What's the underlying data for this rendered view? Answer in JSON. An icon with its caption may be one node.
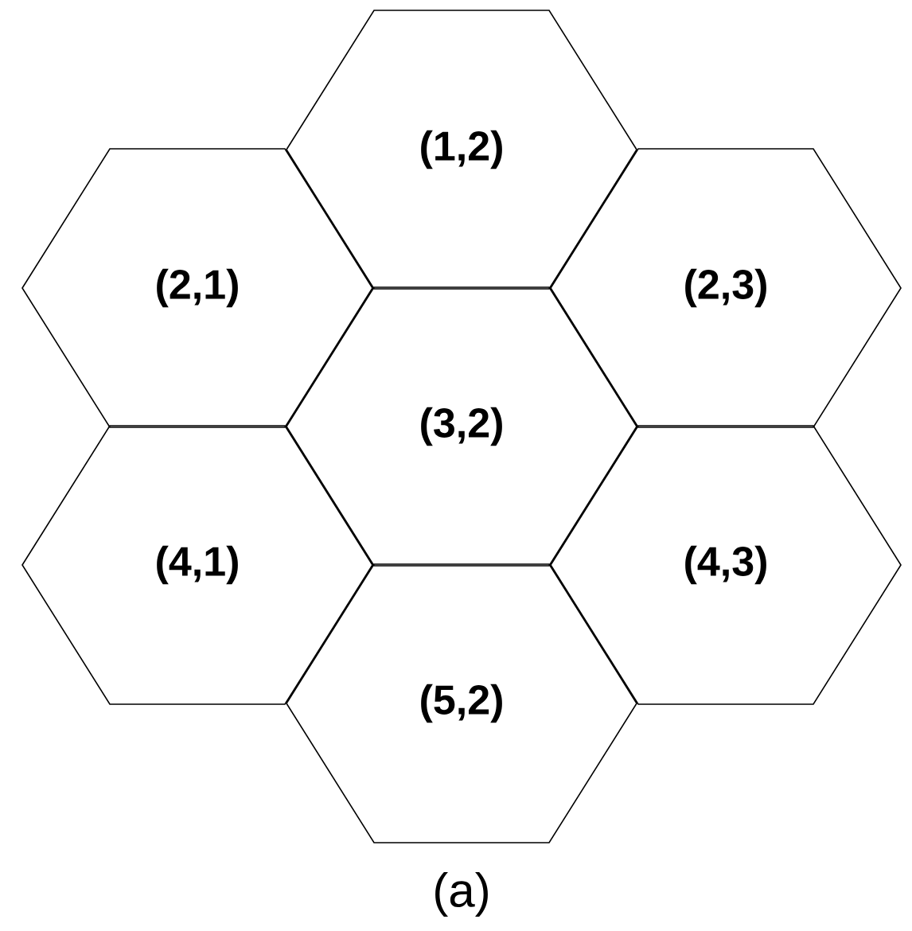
{
  "diagram": {
    "caption": "(a)",
    "nodes": [
      {
        "text": [
          "(1,2)"
        ]
      },
      {
        "text": [
          "(2,1)"
        ]
      },
      {
        "text": [
          "(2,3)"
        ]
      },
      {
        "text": [
          "(3,2)"
        ]
      },
      {
        "text": [
          "(4,1)"
        ]
      },
      {
        "text": [
          "(4,3)"
        ]
      },
      {
        "text": [
          "(5,2)"
        ]
      }
    ]
  }
}
